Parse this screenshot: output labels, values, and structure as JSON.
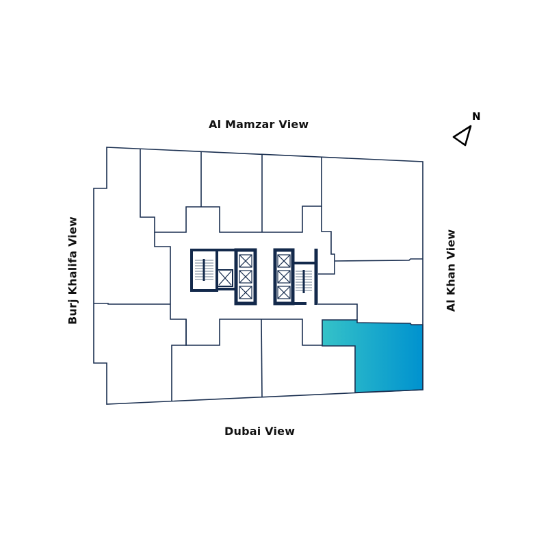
{
  "views": {
    "north": "Al Mamzar View",
    "south": "Dubai View",
    "west": "Burj Khalifa View",
    "east": "Al Khan View"
  },
  "compass": {
    "label": "N",
    "icon": "north-arrow-icon"
  },
  "colors": {
    "line": "#1a2f50",
    "core": "#13294b",
    "highlight_start": "#35c2c8",
    "highlight_end": "#0092cf"
  }
}
